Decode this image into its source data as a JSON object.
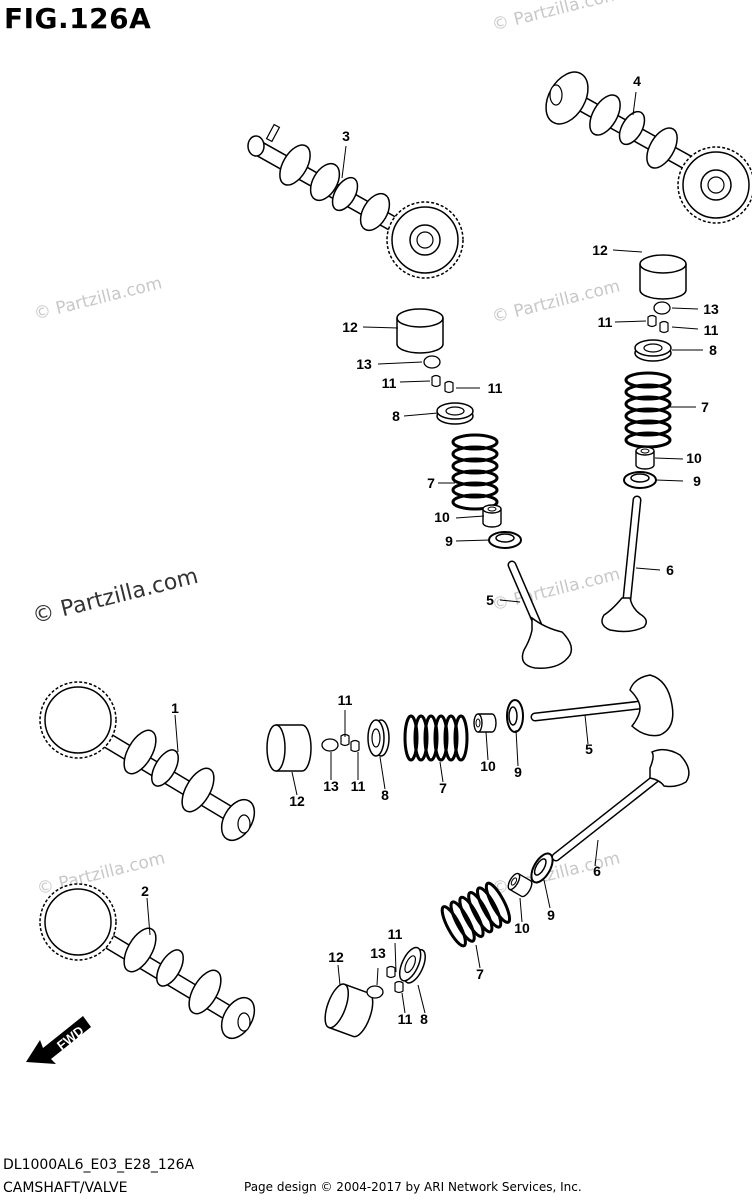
{
  "figure": {
    "title": "FIG.126A",
    "model_code": "DL1000AL6_E03_E28_126A",
    "section_name": "CAMSHAFT/VALVE"
  },
  "footer": {
    "copyright": "Page design © 2004-2017 by ARI Network Services, Inc."
  },
  "watermark": {
    "text": "© Partzilla.com"
  },
  "direction_indicator": {
    "label": "FWD"
  },
  "part_labels": [
    "1",
    "2",
    "3",
    "4",
    "5",
    "5",
    "6",
    "6",
    "7",
    "7",
    "7",
    "7",
    "8",
    "8",
    "8",
    "8",
    "9",
    "9",
    "9",
    "9",
    "10",
    "10",
    "10",
    "10",
    "11",
    "11",
    "11",
    "11",
    "11",
    "11",
    "11",
    "11",
    "12",
    "12",
    "12",
    "12",
    "13",
    "13",
    "13",
    "13"
  ]
}
